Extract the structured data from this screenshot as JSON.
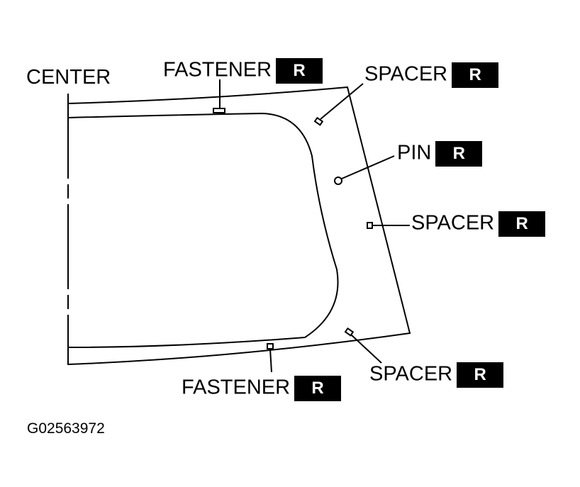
{
  "center_label": "CENTER",
  "callouts": [
    {
      "id": "fastener-top",
      "text": "FASTENER",
      "badge": "R"
    },
    {
      "id": "spacer-top",
      "text": "SPACER",
      "badge": "R"
    },
    {
      "id": "pin",
      "text": "PIN",
      "badge": "R"
    },
    {
      "id": "spacer-mid",
      "text": "SPACER",
      "badge": "R"
    },
    {
      "id": "spacer-bottom",
      "text": "SPACER",
      "badge": "R"
    },
    {
      "id": "fastener-bottom",
      "text": "FASTENER",
      "badge": "R"
    }
  ],
  "figure_code": "G02563972"
}
